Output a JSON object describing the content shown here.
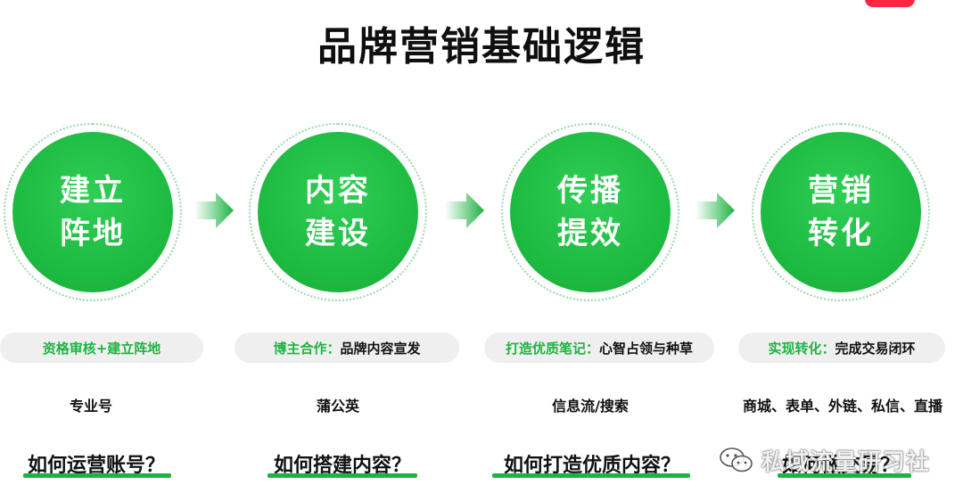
{
  "title": "品牌营销基础逻辑",
  "colors": {
    "primary_green": "#1db342",
    "pill_bg": "#efefef",
    "corner_red": "#ff2442"
  },
  "steps": [
    {
      "line1": "建立",
      "line2": "阵地",
      "pill_green": "资格审核+建立阵地",
      "pill_black": "",
      "sub": "专业号",
      "question": "如何运营账号？"
    },
    {
      "line1": "内容",
      "line2": "建设",
      "pill_green": "博主合作：",
      "pill_black": "品牌内容宣发",
      "sub": "蒲公英",
      "question": "如何搭建内容？"
    },
    {
      "line1": "传播",
      "line2": "提效",
      "pill_green": "打造优质笔记：",
      "pill_black": "心智占领与种草",
      "sub": "信息流/搜索",
      "question": "如何打造优质内容？"
    },
    {
      "line1": "营销",
      "line2": "转化",
      "pill_green": "实现转化：",
      "pill_black": "完成交易闭环",
      "sub": "商城、表单、外链、私信、直播",
      "question": "如何做交易？"
    }
  ],
  "watermark": {
    "text": "私域流量研习社",
    "icon": "wechat-icon"
  }
}
